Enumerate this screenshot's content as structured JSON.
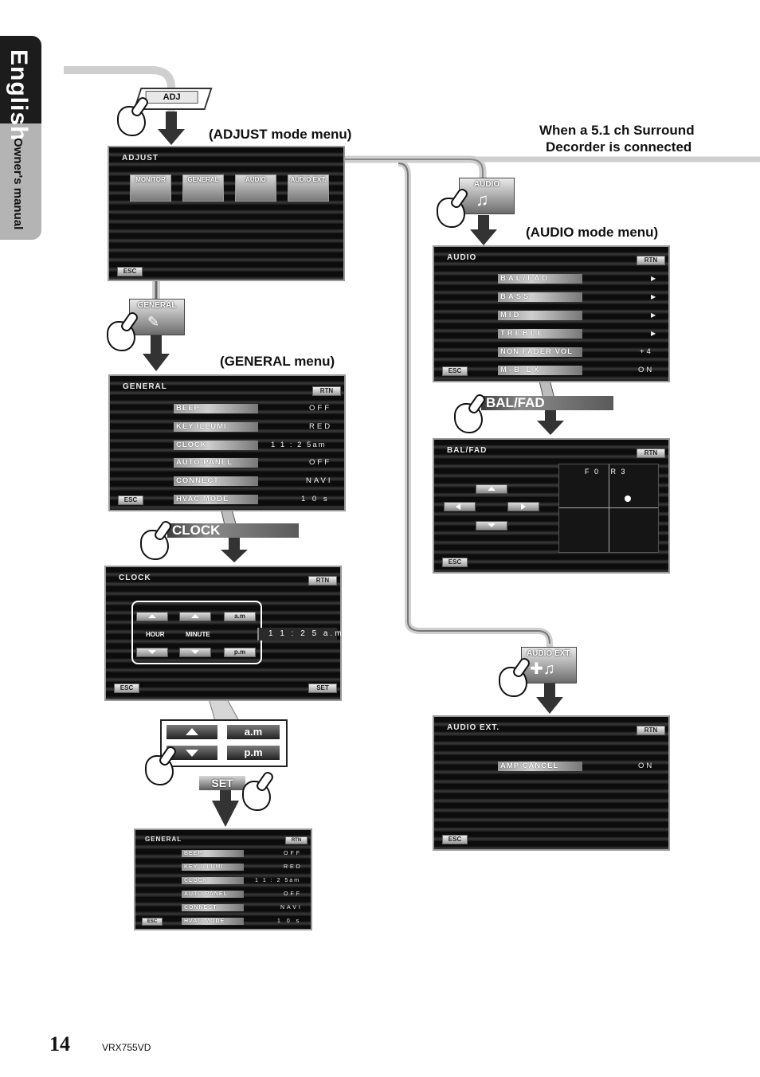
{
  "sidebar": {
    "language": "English",
    "manual": "Owner's manual"
  },
  "captions": {
    "adjust_menu": "(ADJUST mode menu)",
    "general_menu": "(GENERAL menu)",
    "audio_menu": "(AUDIO mode menu)",
    "surround_line1": "When a 5.1 ch Surround",
    "surround_line2": "Decorder is connected"
  },
  "keys": {
    "adj": "ADJ",
    "general_icon": "GENERAL",
    "audio_icon": "AUDIO",
    "audio_ext_icon": "AUDIO EXT.",
    "clock_banner": "CLOCK",
    "balfad_banner": "BAL/FAD",
    "am": "a.m",
    "pm": "p.m",
    "set": "SET"
  },
  "adjust_screen": {
    "title": "ADJUST",
    "tabs": [
      "MONITOR",
      "GENERAL",
      "AUDIO",
      "AUDIO EXT."
    ],
    "esc": "ESC"
  },
  "general_screen": {
    "title": "GENERAL",
    "rtn": "RTN",
    "esc": "ESC",
    "rows": [
      {
        "label": "BEEP",
        "value": "OFF"
      },
      {
        "label": "KEY ILLUMI",
        "value": "RED"
      },
      {
        "label": "CLOCK",
        "value": "1 1 : 2 5am"
      },
      {
        "label": "AUTO PANEL",
        "value": "OFF"
      },
      {
        "label": "CONNECT",
        "value": "NAVI"
      },
      {
        "label": "HVAC MODE",
        "value": "1 0 s"
      }
    ]
  },
  "clock_screen": {
    "title": "CLOCK",
    "rtn": "RTN",
    "esc": "ESC",
    "set": "SET",
    "hour": "HOUR",
    "minute": "MINUTE",
    "am": "a.m",
    "pm": "p.m",
    "time": "1 1 : 2 5 a.m."
  },
  "audio_screen": {
    "title": "AUDIO",
    "rtn": "RTN",
    "esc": "ESC",
    "rows": [
      {
        "label": "BAL/FAD",
        "value": "▶"
      },
      {
        "label": "BASS",
        "value": "▶"
      },
      {
        "label": "MID",
        "value": "▶"
      },
      {
        "label": "TREBLE",
        "value": "▶"
      },
      {
        "label": "NON FADER VOL",
        "value": "+4"
      },
      {
        "label": "M-B EX",
        "value": "ON"
      }
    ]
  },
  "balfad_screen": {
    "title": "BAL/FAD",
    "rtn": "RTN",
    "esc": "ESC",
    "readout": "F 0   R 3"
  },
  "audioext_screen": {
    "title": "AUDIO EXT.",
    "rtn": "RTN",
    "esc": "ESC",
    "row_label": "AMP CANCEL",
    "row_value": "ON"
  },
  "footer": {
    "page_number": "14",
    "model": "VRX755VD"
  },
  "colors": {
    "flow_arrow": "#3a3a3a",
    "connector_light": "#c8c8c8",
    "screen_bg": "#141414"
  }
}
